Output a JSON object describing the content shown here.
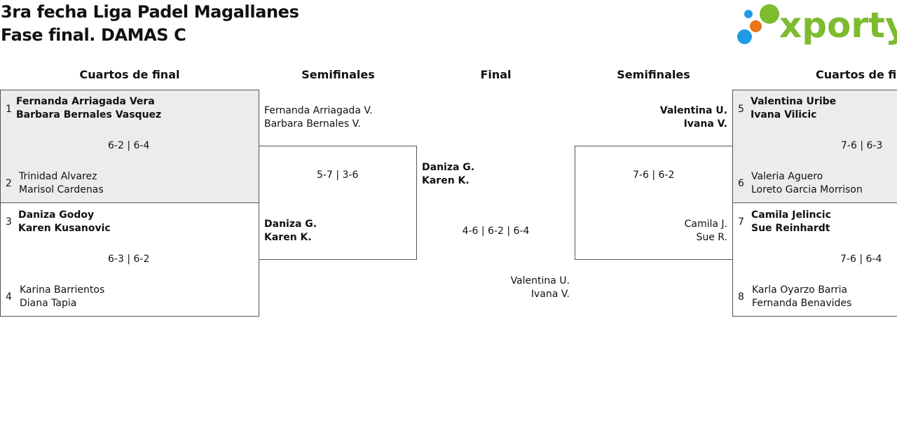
{
  "title": {
    "line1": "3ra fecha Liga Padel Magallanes",
    "line2": "Fase final. DAMAS C"
  },
  "logo": {
    "text": "xporty",
    "green": "#7dbb2f",
    "blue": "#1e9be3",
    "orange": "#e8751a"
  },
  "rounds": {
    "qf_left": "Cuartos de final",
    "sf_left": "Semifinales",
    "final": "Final",
    "sf_right": "Semifinales",
    "qf_right": "Cuartos de final"
  },
  "qf_left": [
    {
      "top_seed": "1",
      "top_p1": "Fernanda Arriagada Vera",
      "top_p2": "Barbara Bernales Vasquez",
      "score": "6-2 | 6-4",
      "bot_seed": "2",
      "bot_p1": "Trinidad Alvarez",
      "bot_p2": "Marisol Cardenas"
    },
    {
      "top_seed": "3",
      "top_p1": "Daniza Godoy",
      "top_p2": "Karen Kusanovic",
      "score": "6-3 | 6-2",
      "bot_seed": "4",
      "bot_p1": "Karina Barrientos",
      "bot_p2": "Diana Tapia"
    }
  ],
  "sf_left": {
    "top_p1": "Fernanda Arriagada V.",
    "top_p2": "Barbara Bernales V.",
    "score": "5-7 | 3-6",
    "bot_p1": "Daniza G.",
    "bot_p2": "Karen K."
  },
  "final": {
    "top_p1": "Daniza G.",
    "top_p2": "Karen K.",
    "score": "4-6 | 6-2 | 6-4",
    "bot_p1": "Valentina U.",
    "bot_p2": "Ivana V."
  },
  "sf_right": {
    "top_p1": "Valentina U.",
    "top_p2": "Ivana V.",
    "score": "7-6 | 6-2",
    "bot_p1": "Camila J.",
    "bot_p2": "Sue R."
  },
  "qf_right": [
    {
      "top_seed": "5",
      "top_p1": "Valentina Uribe",
      "top_p2": "Ivana Vilicic",
      "score": "7-6 | 6-3",
      "bot_seed": "6",
      "bot_p1": "Valeria Aguero",
      "bot_p2": "Loreto Garcia Morrison"
    },
    {
      "top_seed": "7",
      "top_p1": "Camila Jelincic",
      "top_p2": "Sue Reinhardt",
      "score": "7-6 | 6-4",
      "bot_seed": "8",
      "bot_p1": "Karla Oyarzo Barria",
      "bot_p2": "Fernanda Benavides"
    }
  ]
}
